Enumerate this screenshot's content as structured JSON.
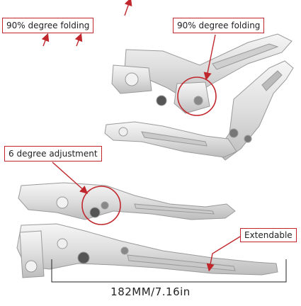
{
  "labels": {
    "folding_left": "90% degree folding",
    "folding_right": "90% degree folding",
    "adjustment": "6 degree adjustment",
    "extendable": "Extendable"
  },
  "dimension": "182MM/7.16in",
  "colors": {
    "callout": "#c0272d",
    "metal": "#e4e4e4",
    "metal_edge": "#9a9a9a",
    "metal_shadow": "#c8c8c8"
  }
}
